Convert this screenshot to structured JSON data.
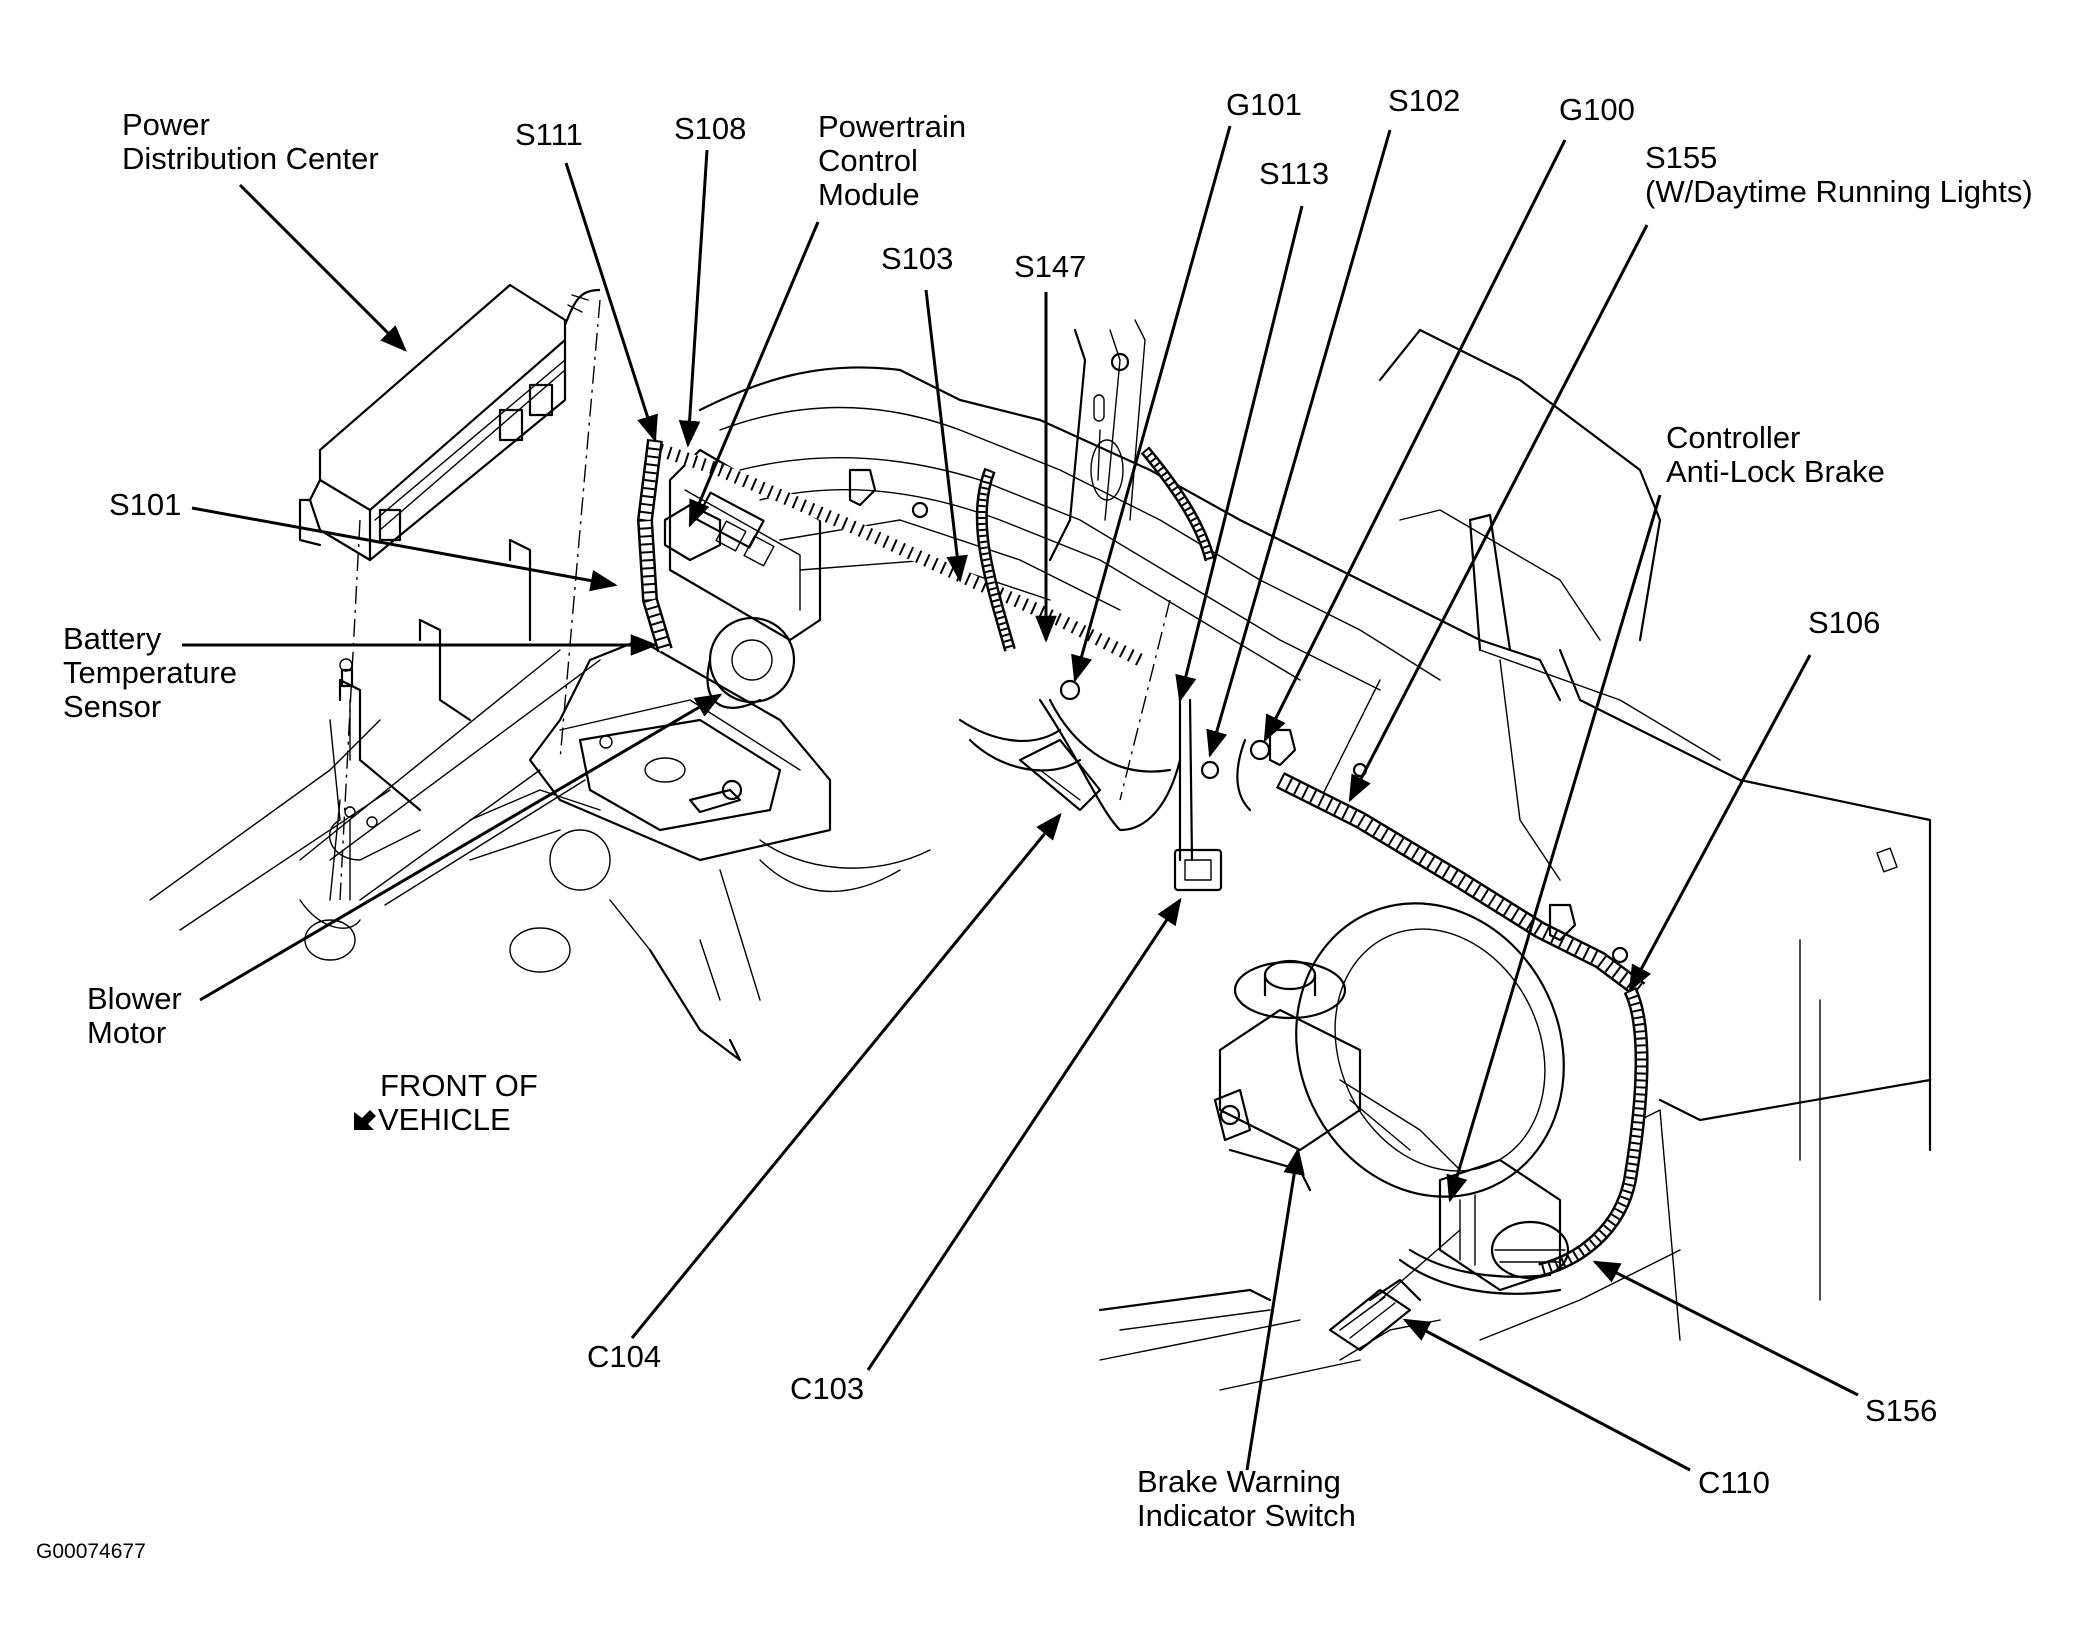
{
  "diagram": {
    "type": "component-location",
    "subject": "Engine compartment wiring harness — left cowl / dash panel area",
    "figure_id": "G00074677",
    "orientation": {
      "line1": "FRONT OF",
      "line2": "VEHICLE",
      "icon": "front-arrow-icon"
    },
    "labels": {
      "pdc": [
        "Power",
        "Distribution Center"
      ],
      "s111": "S111",
      "s108": "S108",
      "pcm": [
        "Powertrain",
        "Control",
        "Module"
      ],
      "g101": "G101",
      "s102": "S102",
      "s113": "S113",
      "g100": "G100",
      "s155": [
        "S155",
        "(W/Daytime Running Lights)"
      ],
      "s103": "S103",
      "s147": "S147",
      "s101": "S101",
      "battery_temp": [
        "Battery",
        "Temperature",
        "Sensor"
      ],
      "abs_controller": [
        "Controller",
        "Anti-Lock Brake"
      ],
      "s106": "S106",
      "blower": [
        "Blower",
        "Motor"
      ],
      "c104": "C104",
      "c103": "C103",
      "s156": "S156",
      "c110": "C110",
      "brake_switch": [
        "Brake Warning",
        "Indicator Switch"
      ]
    },
    "components": [
      {
        "id": "pdc",
        "name": "Power Distribution Center",
        "kind": "module"
      },
      {
        "id": "pcm",
        "name": "Powertrain Control Module",
        "kind": "module"
      },
      {
        "id": "abs_controller",
        "name": "Controller Anti-Lock Brake",
        "kind": "module"
      },
      {
        "id": "battery_temp",
        "name": "Battery Temperature Sensor",
        "kind": "sensor"
      },
      {
        "id": "blower",
        "name": "Blower Motor",
        "kind": "motor"
      },
      {
        "id": "brake_switch",
        "name": "Brake Warning Indicator Switch",
        "kind": "switch"
      },
      {
        "id": "s101",
        "name": "S101",
        "kind": "splice"
      },
      {
        "id": "s102",
        "name": "S102",
        "kind": "splice"
      },
      {
        "id": "s103",
        "name": "S103",
        "kind": "splice"
      },
      {
        "id": "s106",
        "name": "S106",
        "kind": "splice"
      },
      {
        "id": "s108",
        "name": "S108",
        "kind": "splice"
      },
      {
        "id": "s111",
        "name": "S111",
        "kind": "splice"
      },
      {
        "id": "s113",
        "name": "S113",
        "kind": "splice"
      },
      {
        "id": "s147",
        "name": "S147",
        "kind": "splice"
      },
      {
        "id": "s155",
        "name": "S155",
        "kind": "splice",
        "note": "W/Daytime Running Lights"
      },
      {
        "id": "s156",
        "name": "S156",
        "kind": "splice"
      },
      {
        "id": "g100",
        "name": "G100",
        "kind": "ground"
      },
      {
        "id": "g101",
        "name": "G101",
        "kind": "ground"
      },
      {
        "id": "c103",
        "name": "C103",
        "kind": "connector"
      },
      {
        "id": "c104",
        "name": "C104",
        "kind": "connector"
      },
      {
        "id": "c110",
        "name": "C110",
        "kind": "connector"
      }
    ]
  }
}
